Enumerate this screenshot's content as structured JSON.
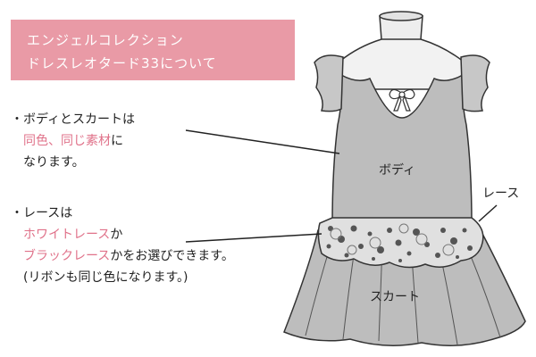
{
  "banner": {
    "line1": "エンジェルコレクション",
    "line2": "ドレスレオタード33について"
  },
  "note_body_skirt": {
    "bullet": "・",
    "line1": "ボディとスカートは",
    "line2_pink": "同色、同じ素材",
    "line2_tail": "に",
    "line3": "なります。"
  },
  "note_lace": {
    "bullet": "・",
    "line1": "レースは",
    "line2_pink": "ホワイトレース",
    "line2_tail": "か",
    "line3_pink": "ブラックレース",
    "line3_tail": "かをお選びできます。",
    "line4": "(リボンも同じ色になります。)"
  },
  "labels": {
    "body": "ボディ",
    "lace": "レース",
    "skirt": "スカート"
  },
  "colors": {
    "banner_bg": "#e99aa6",
    "accent_pink": "#e0728a",
    "garment_gray": "#bdbdbd"
  }
}
